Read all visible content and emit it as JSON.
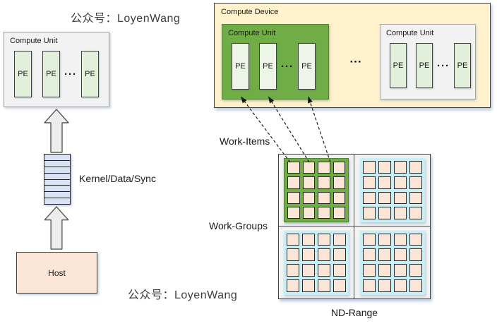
{
  "brand_text": "公众号：LoyenWang",
  "labels": {
    "pe": "PE",
    "compute_unit": "Compute Unit",
    "compute_device": "Compute Device",
    "kernel_queue": "Kernel/Data/Sync",
    "host": "Host",
    "work_items": "Work-Items",
    "work_groups": "Work-Groups",
    "nd_range": "ND-Range",
    "ellipsis": "···"
  },
  "queue": {
    "slats": 8
  },
  "work_group": {
    "grid": "4x4",
    "cells_per_group": 16,
    "group_count": 4,
    "highlighted_group": "top-left"
  },
  "device": {
    "visible_compute_units": 2,
    "pes_per_unit_shown": 3
  },
  "colors": {
    "accent_green": "#70ad47",
    "pe_light_green": "#e2efda",
    "device_cream": "#fff2cc",
    "host_peach": "#fbe5d6",
    "queue_lavender": "#dae3f3",
    "workgroup_cyan": "#c9eff6",
    "panel_gray": "#f2f2f2",
    "work_item_peach": "#fbe5d6"
  }
}
